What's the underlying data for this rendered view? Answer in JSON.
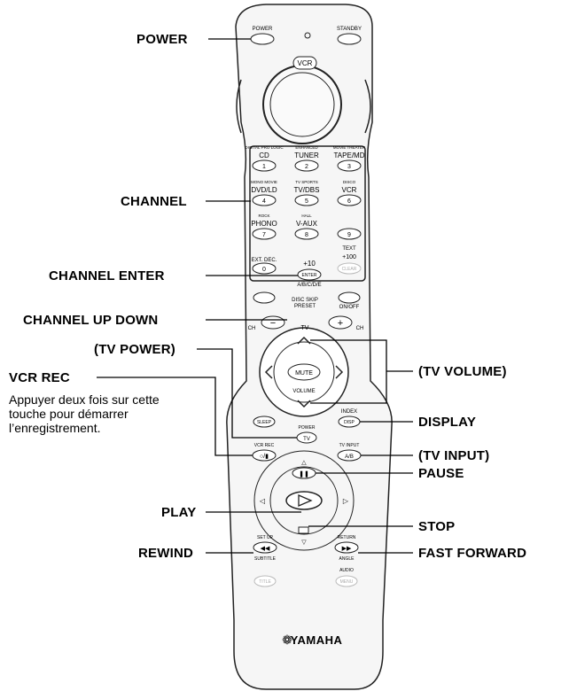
{
  "callouts": {
    "power": "POWER",
    "channel": "CHANNEL",
    "channel_enter": "CHANNEL ENTER",
    "channel_up_down": "CHANNEL UP DOWN",
    "tv_power": "(TV POWER)",
    "vcr_rec": "VCR REC",
    "vcr_rec_note": "Appuyer deux fois sur cette touche pour démarrer l’enregistrement.",
    "tv_volume": "(TV VOLUME)",
    "display": "DISPLAY",
    "tv_input": "(TV INPUT)",
    "pause": "PAUSE",
    "play": "PLAY",
    "stop": "STOP",
    "rewind": "REWIND",
    "fast_forward": "FAST FORWARD"
  },
  "remote": {
    "power": "POWER",
    "standby": "STANDBY",
    "vcr": "VCR",
    "numpad": [
      {
        "num": "1",
        "top": "DIGITAL PRO LOGIC",
        "main": "CD"
      },
      {
        "num": "2",
        "top": "ENHANCED",
        "main": "TUNER"
      },
      {
        "num": "3",
        "top": "MOVIE THEATER",
        "main": "TAPE/MD"
      },
      {
        "num": "4",
        "top": "MONO MOVIE",
        "main": "DVD/LD"
      },
      {
        "num": "5",
        "top": "TV SPORTS",
        "main": "TV/DBS"
      },
      {
        "num": "6",
        "top": "DISCO",
        "main": "VCR"
      },
      {
        "num": "7",
        "top": "ROCK",
        "main": "PHONO"
      },
      {
        "num": "8",
        "top": "HALL",
        "main": "V-AUX"
      },
      {
        "num": "9",
        "top": "",
        "main": ""
      }
    ],
    "ext_dec": "EXT. DEC.",
    "text": "TEXT",
    "plus100": "+100",
    "plus10": "+10",
    "enter": "ENTER",
    "abcde": "A/B/C/D/E",
    "clear": "CLEAR",
    "disc_skip": "DISC SKIP",
    "preset": "PRESET",
    "on_off": "ON/OFF",
    "ch": "CH",
    "tv": "TV",
    "mute": "MUTE",
    "volume": "VOLUME",
    "sleep": "SLEEP",
    "index": "INDEX",
    "disp": "DISP",
    "vcr_rec_label": "VCR REC",
    "tv_input_label": "TV INPUT",
    "ab": "A/B",
    "set_up": "SET UP",
    "subtitle": "SUBTITLE",
    "return": "RETURN",
    "angle": "ANGLE",
    "audio": "AUDIO",
    "menu": "MENU",
    "title": "TITLE",
    "brand": "YAMAHA"
  },
  "colors": {
    "ink": "#000000",
    "body": "#f4f4f4",
    "outline": "#222222"
  }
}
